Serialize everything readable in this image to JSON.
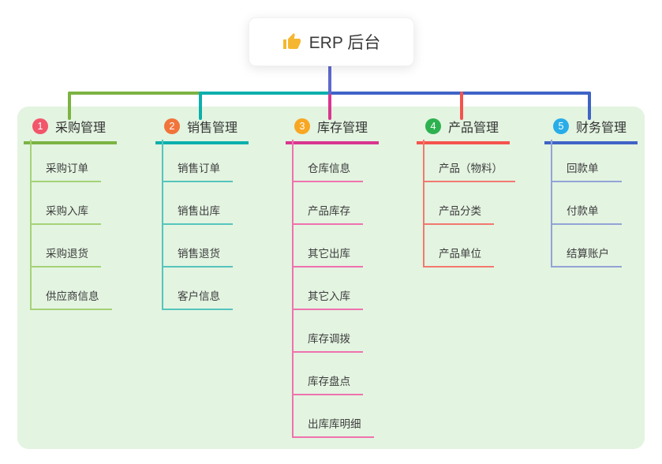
{
  "root": {
    "label": "ERP 后台",
    "icon": "thumbs-up-icon"
  },
  "colors": {
    "panel_bg": "#e3f4e1",
    "root_line": "#5f68cd",
    "root_text": "#3a3a3a",
    "thumb_icon": "#f5b731"
  },
  "branches": [
    {
      "badge": "1",
      "label": "采购管理",
      "badge_color": "#f2566b",
      "line_color": "#7cb342",
      "child_line_color": "#a5d276",
      "children": [
        "采购订单",
        "采购入库",
        "采购退货",
        "供应商信息"
      ]
    },
    {
      "badge": "2",
      "label": "销售管理",
      "badge_color": "#f1743b",
      "line_color": "#0cb0ac",
      "child_line_color": "#56c5bc",
      "children": [
        "销售订单",
        "销售出库",
        "销售退货",
        "客户信息"
      ]
    },
    {
      "badge": "3",
      "label": "库存管理",
      "badge_color": "#f8a723",
      "line_color": "#d9368f",
      "child_line_color": "#ef72ae",
      "children": [
        "仓库信息",
        "产品库存",
        "其它出库",
        "其它入库",
        "库存调拨",
        "库存盘点",
        "出库库明细"
      ]
    },
    {
      "badge": "4",
      "label": "产品管理",
      "badge_color": "#2db14f",
      "line_color": "#f4534e",
      "child_line_color": "#f3786f",
      "children": [
        "产品（物料）",
        "产品分类",
        "产品单位"
      ]
    },
    {
      "badge": "5",
      "label": "财务管理",
      "badge_color": "#29ade8",
      "line_color": "#3f63c6",
      "child_line_color": "#93a3d6",
      "children": [
        "回款单",
        "付款单",
        "结算账户"
      ]
    }
  ]
}
